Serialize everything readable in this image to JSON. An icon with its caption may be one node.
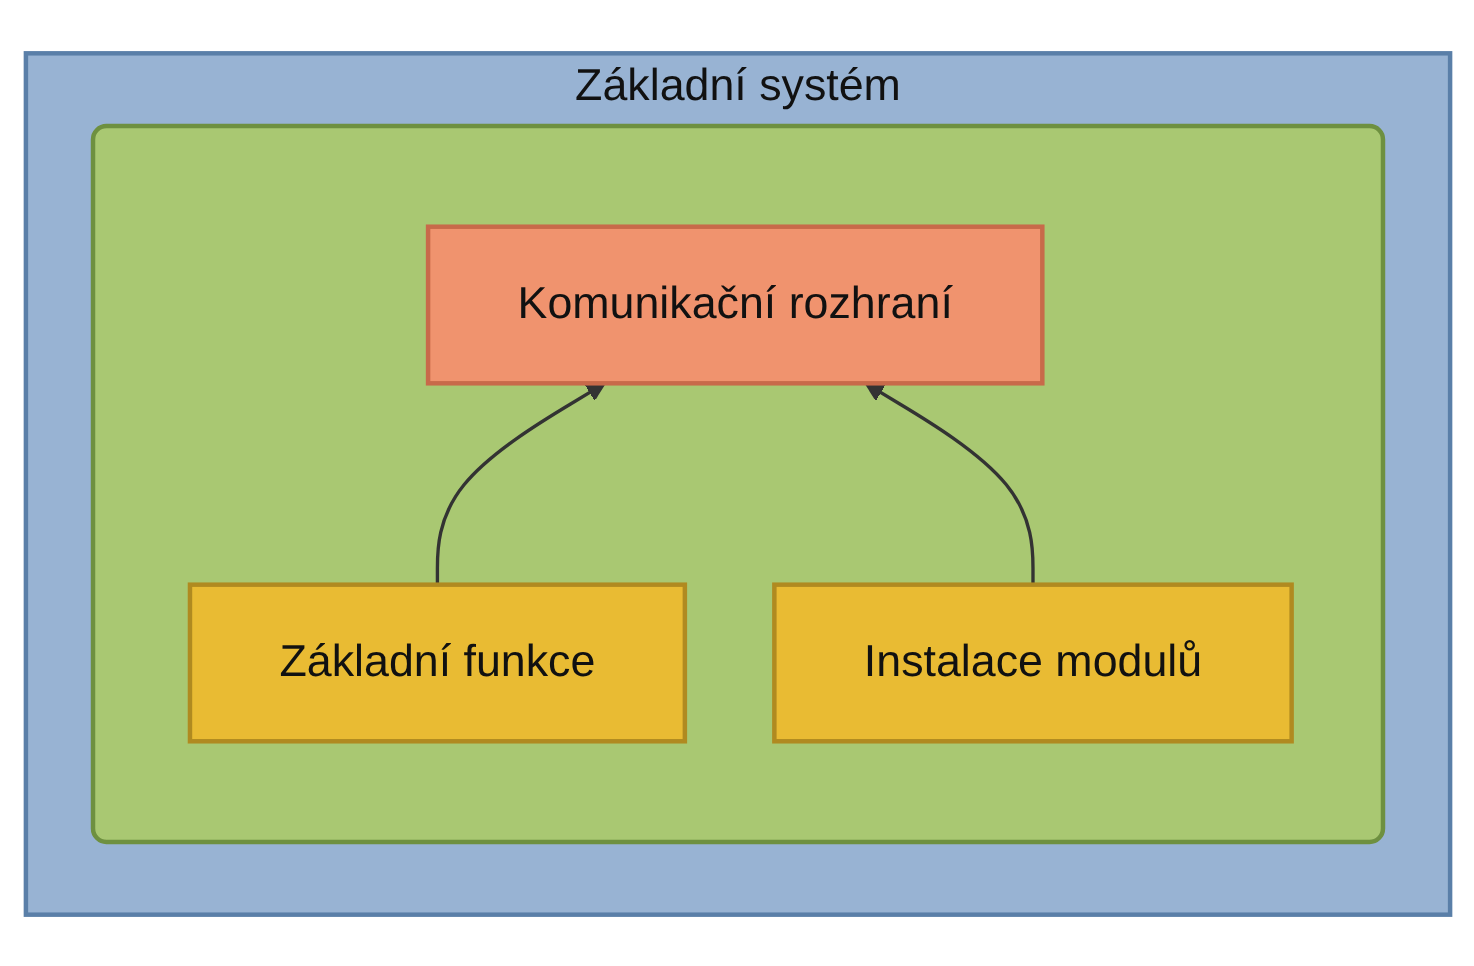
{
  "diagram": {
    "nodes": [
      {
        "text": [
          "Základní systém"
        ]
      },
      {
        "text": [],
        "shape": "box",
        "in": 0
      },
      {
        "text": [
          "Komunikační rozhraní"
        ],
        "in": 1
      },
      {
        "text": [
          "Základní funkce"
        ],
        "in": 1
      },
      {
        "text": [
          "Instalace modulů"
        ],
        "in": 1
      }
    ],
    "edges": [
      {
        "from": 3,
        "to": 2,
        "arrow": "to"
      },
      {
        "from": 4,
        "to": 2,
        "arrow": "to"
      }
    ]
  }
}
